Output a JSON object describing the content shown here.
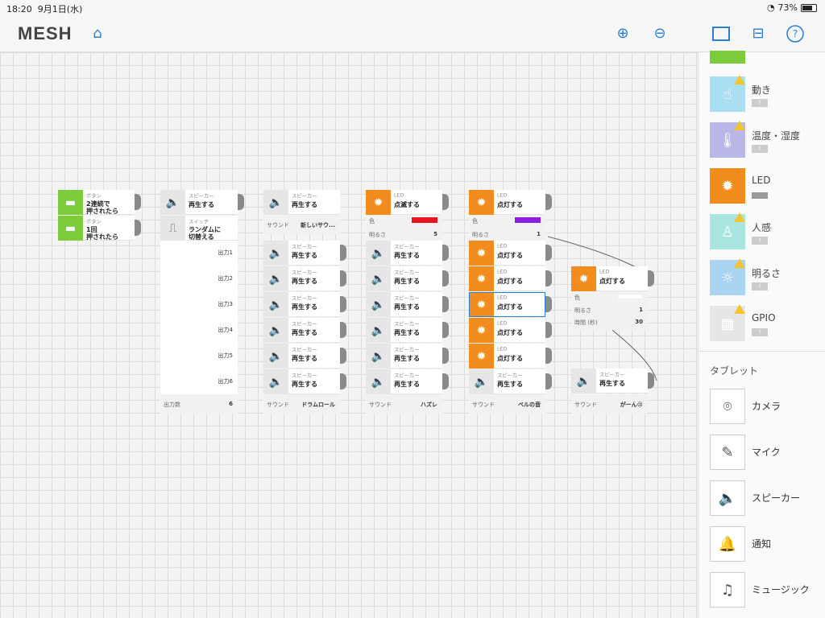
{
  "status": {
    "time": "18:20",
    "date": "9月1日(水)",
    "battery": "73%",
    "battery_level": 0.73
  },
  "app": {
    "logo": "MESH"
  },
  "canvas": {
    "button_blocks": [
      {
        "label": "ボタン",
        "action": "2連続で\n押されたら"
      },
      {
        "label": "ボタン",
        "action": "1回\n押されたら"
      }
    ],
    "speaker_a": {
      "label": "スピーカー",
      "action": "再生する"
    },
    "switch": {
      "label": "スイッチ",
      "action": "ランダムに\n切替える"
    },
    "switch_outputs": [
      "出力1",
      "出力2",
      "出力3",
      "出力4",
      "出力5",
      "出力6"
    ],
    "switch_panel": {
      "key": "出力数",
      "value": "6"
    },
    "col2_top": {
      "label": "スピーカー",
      "action": "再生する"
    },
    "col2_top_panel": {
      "key": "サウンド",
      "value": "新しいサウ..."
    },
    "col2_rows": [
      "再生する",
      "再生する",
      "再生する",
      "再生する",
      "再生する",
      "再生する"
    ],
    "col2_panel": {
      "key": "サウンド",
      "value": "ドラムロール"
    },
    "col3_top": {
      "label": "LED",
      "action": "点滅する"
    },
    "col3_top_panel": {
      "color_key": "色",
      "color": "#e8141b",
      "bright_key": "明るさ",
      "bright_value": "5"
    },
    "col3_rows": [
      "再生する",
      "再生する",
      "再生する",
      "再生する",
      "再生する",
      "再生する"
    ],
    "col3_panel": {
      "key": "サウンド",
      "value": "ハズレ"
    },
    "col4_top": {
      "label": "LED",
      "action": "点灯する"
    },
    "col4_top_panel": {
      "color_key": "色",
      "color": "#8a1de0",
      "bright_key": "明るさ",
      "bright_value": "1"
    },
    "col4_rows": [
      {
        "label": "LED",
        "action": "点灯する"
      },
      {
        "label": "LED",
        "action": "点灯する"
      },
      {
        "label": "LED",
        "action": "点灯する"
      },
      {
        "label": "LED",
        "action": "点灯する"
      },
      {
        "label": "LED",
        "action": "点灯する"
      },
      {
        "label": "スピーカー",
        "action": "再生する"
      }
    ],
    "col4_panel": {
      "key": "サウンド",
      "value": "ベルの音"
    },
    "col5_led": {
      "label": "LED",
      "action": "点灯する"
    },
    "col5_led_panel": {
      "color_key": "色",
      "color": "#ffffff",
      "bright_key": "明るさ",
      "bright_value": "1",
      "time_key": "時間 (秒)",
      "time_value": "30"
    },
    "col5_speaker": {
      "label": "スピーカー",
      "action": "再生する"
    },
    "col5_speaker_panel": {
      "key": "サウンド",
      "value": "がーん😢"
    },
    "speaker_label": "スピーカー",
    "sound_key": "サウンド"
  },
  "sidebar": {
    "mesh_blocks": [
      {
        "name": "動き",
        "q": "?",
        "color": "#a9dff0",
        "icon": "motion-icon"
      },
      {
        "name": "温度・湿度",
        "q": "?",
        "color": "#b9b7e6",
        "icon": "thermometer-icon"
      },
      {
        "name": "LED",
        "q": "",
        "color": "#f28c1c",
        "icon": "led-icon"
      },
      {
        "name": "人感",
        "q": "?",
        "color": "#a9e6e0",
        "icon": "human-sensor-icon"
      },
      {
        "name": "明るさ",
        "q": "?",
        "color": "#a9d3f0",
        "icon": "brightness-icon"
      },
      {
        "name": "GPIO",
        "q": "?",
        "color": "#e6e6e6",
        "icon": "gpio-icon"
      }
    ],
    "tablet_header": "タブレット",
    "tablet_blocks": [
      {
        "name": "カメラ",
        "icon": "camera-icon"
      },
      {
        "name": "マイク",
        "icon": "microphone-icon"
      },
      {
        "name": "スピーカー",
        "icon": "speaker-icon"
      },
      {
        "name": "通知",
        "icon": "bell-icon"
      },
      {
        "name": "ミュージック",
        "icon": "music-icon"
      }
    ]
  }
}
